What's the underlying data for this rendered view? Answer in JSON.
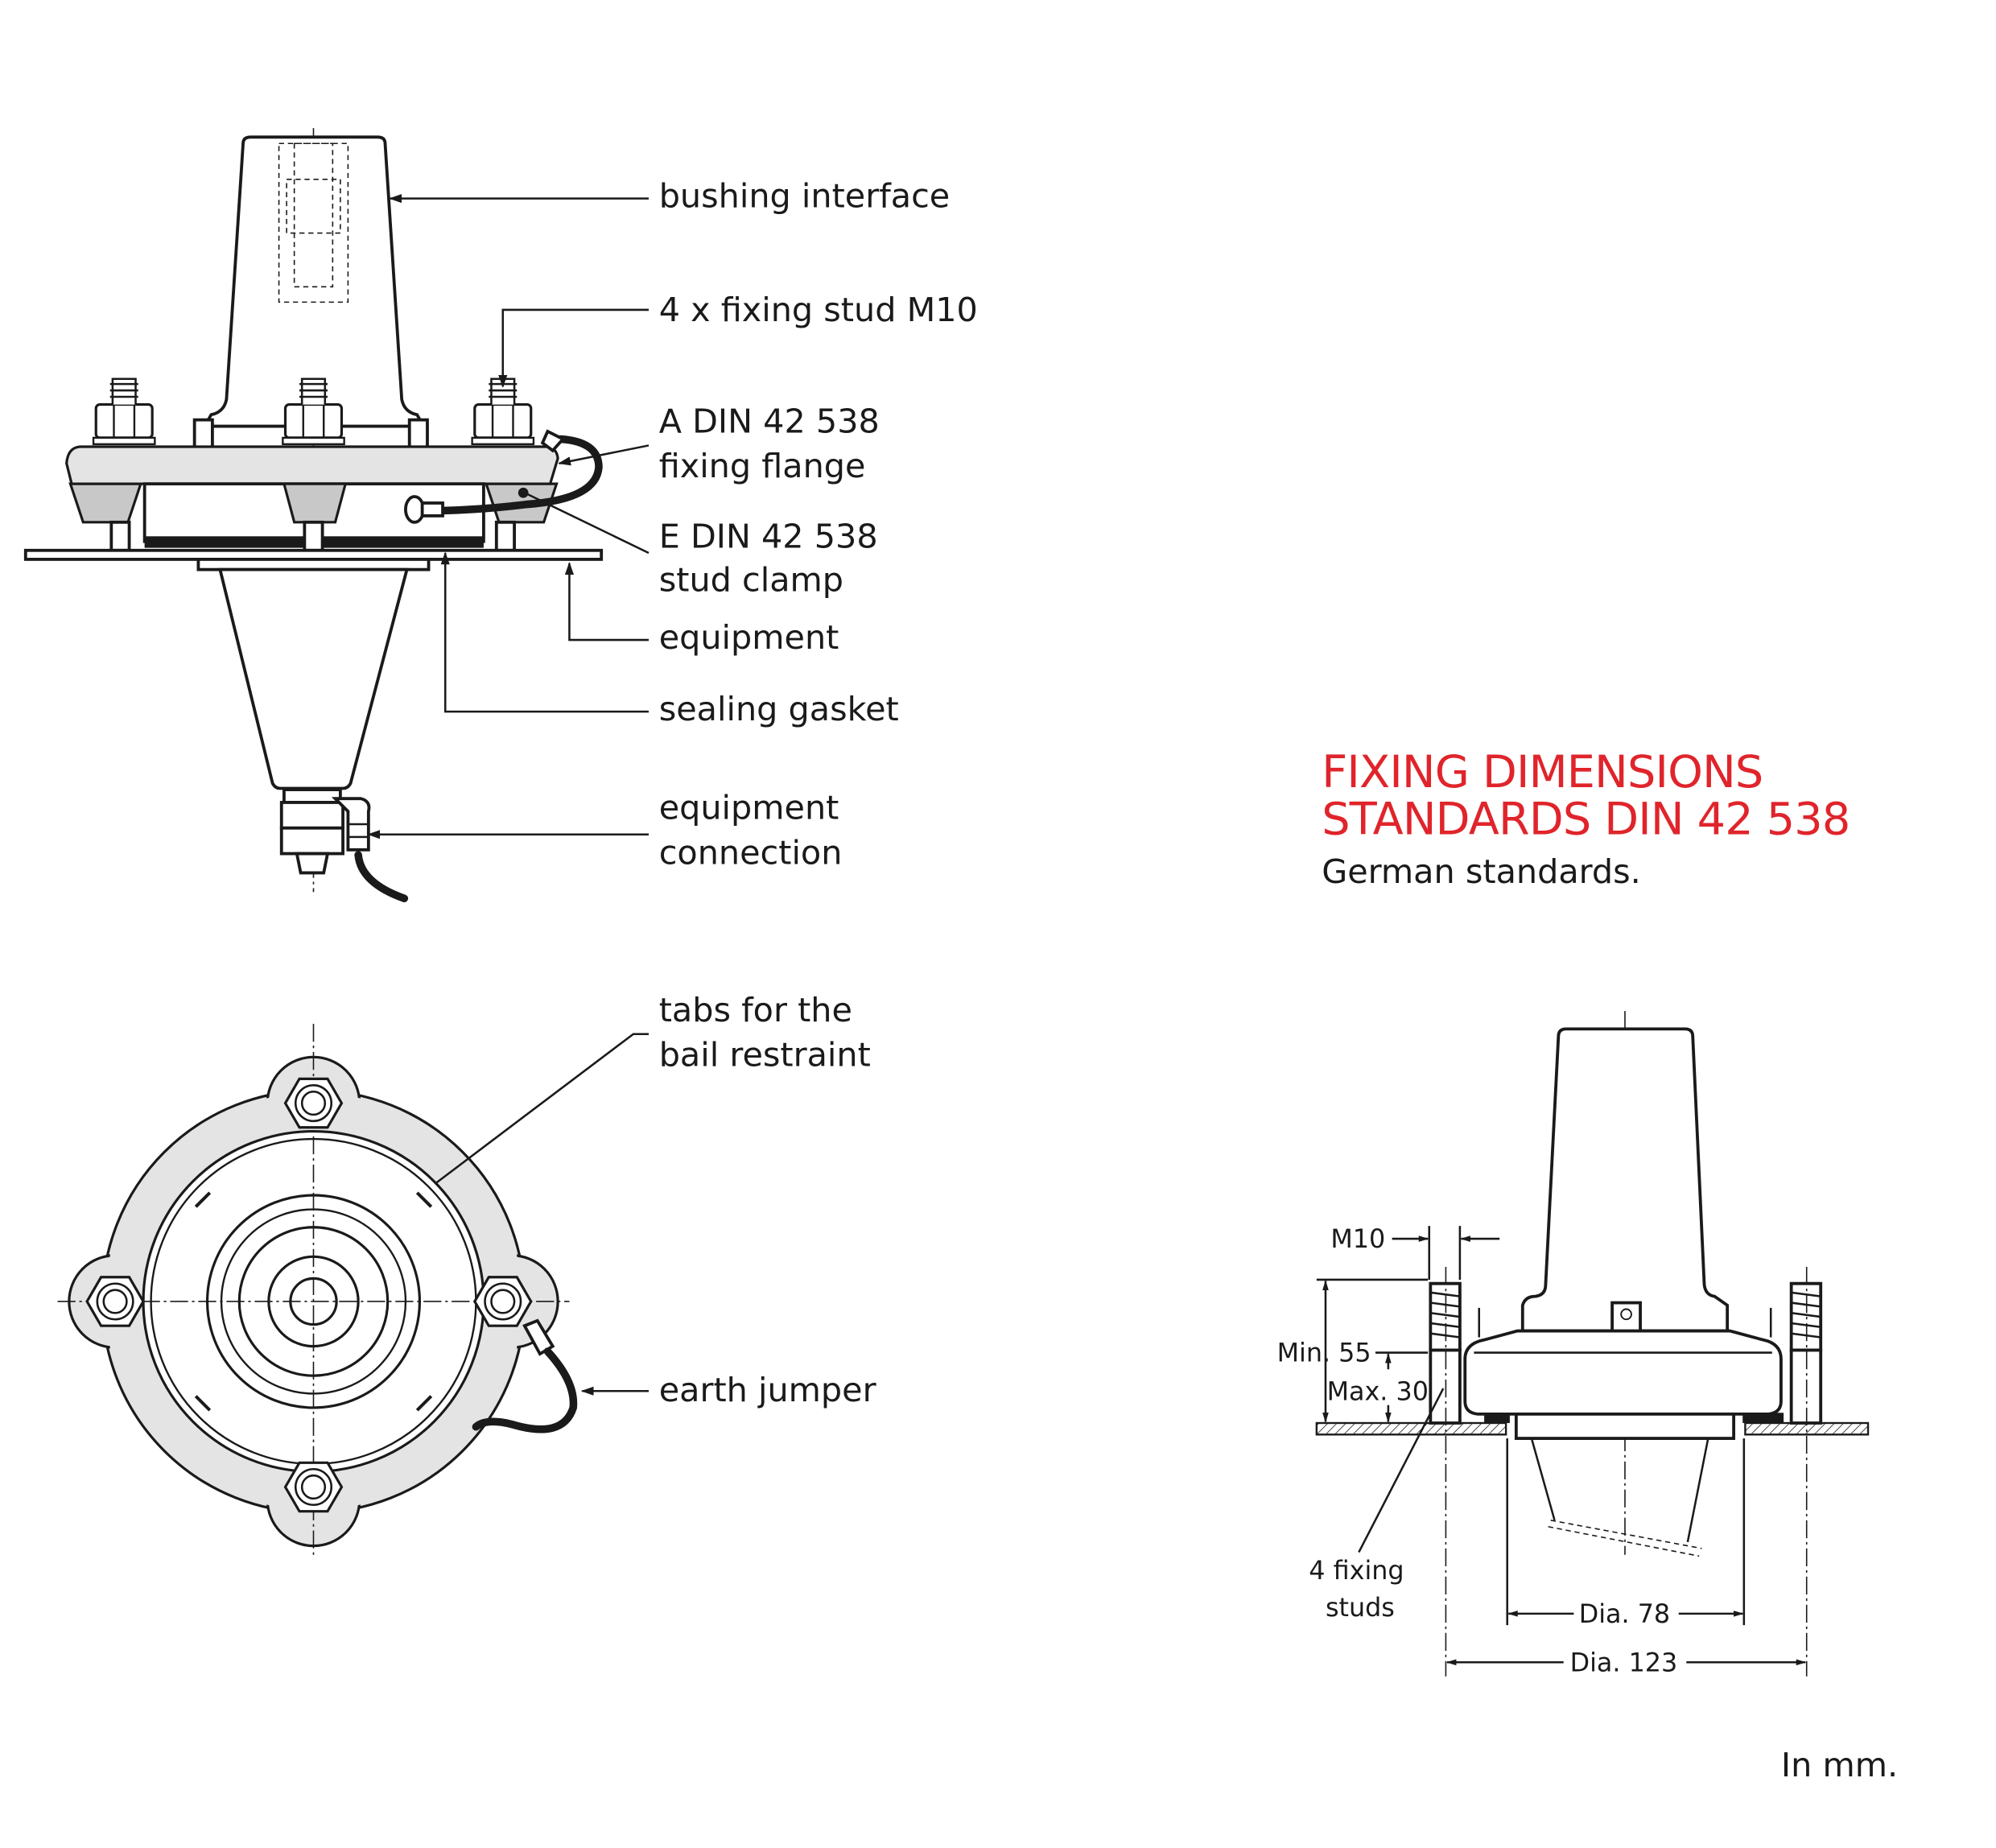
{
  "labels": {
    "bushing_interface": "bushing interface",
    "fixing_stud": "4 x fixing stud M10",
    "fixing_flange_1": "A DIN 42 538",
    "fixing_flange_2": "fixing flange",
    "stud_clamp_1": "E DIN 42 538",
    "stud_clamp_2": "stud clamp",
    "equipment": "equipment",
    "sealing_gasket": "sealing gasket",
    "equipment_connection_1": "equipment",
    "equipment_connection_2": "connection",
    "tabs_1": "tabs for the",
    "tabs_2": "bail restraint",
    "earth_jumper": "earth jumper"
  },
  "heading": {
    "line1": "FIXING DIMENSIONS",
    "line2": "STANDARDS DIN 42 538",
    "subtitle": "German standards.",
    "color": "#e0242b"
  },
  "dimensions": {
    "thread": "M10",
    "min_height": "Min. 55",
    "max_thickness": "Max. 30",
    "studs_1": "4 fixing",
    "studs_2": "studs",
    "dia_inner": "Dia. 78",
    "dia_outer": "Dia. 123"
  },
  "units_note": "In mm."
}
